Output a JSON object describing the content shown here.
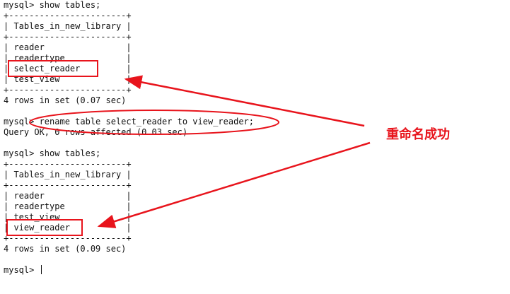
{
  "terminal": {
    "lines": [
      "mysql> show tables;",
      "+-----------------------+",
      "| Tables_in_new_library |",
      "+-----------------------+",
      "| reader                |",
      "| readertype            |",
      "| select_reader         |",
      "| test_view             |",
      "+-----------------------+",
      "4 rows in set (0.07 sec)",
      "",
      "mysql> rename table select_reader to view_reader;",
      "Query OK, 0 rows affected (0.03 sec)",
      "",
      "mysql> show tables;",
      "+-----------------------+",
      "| Tables_in_new_library |",
      "+-----------------------+",
      "| reader                |",
      "| readertype            |",
      "| test_view             |",
      "| view_reader           |",
      "+-----------------------+",
      "4 rows in set (0.09 sec)",
      "",
      "mysql> "
    ]
  },
  "annotation": {
    "label": "重命名成功",
    "color": "#e8141c"
  }
}
